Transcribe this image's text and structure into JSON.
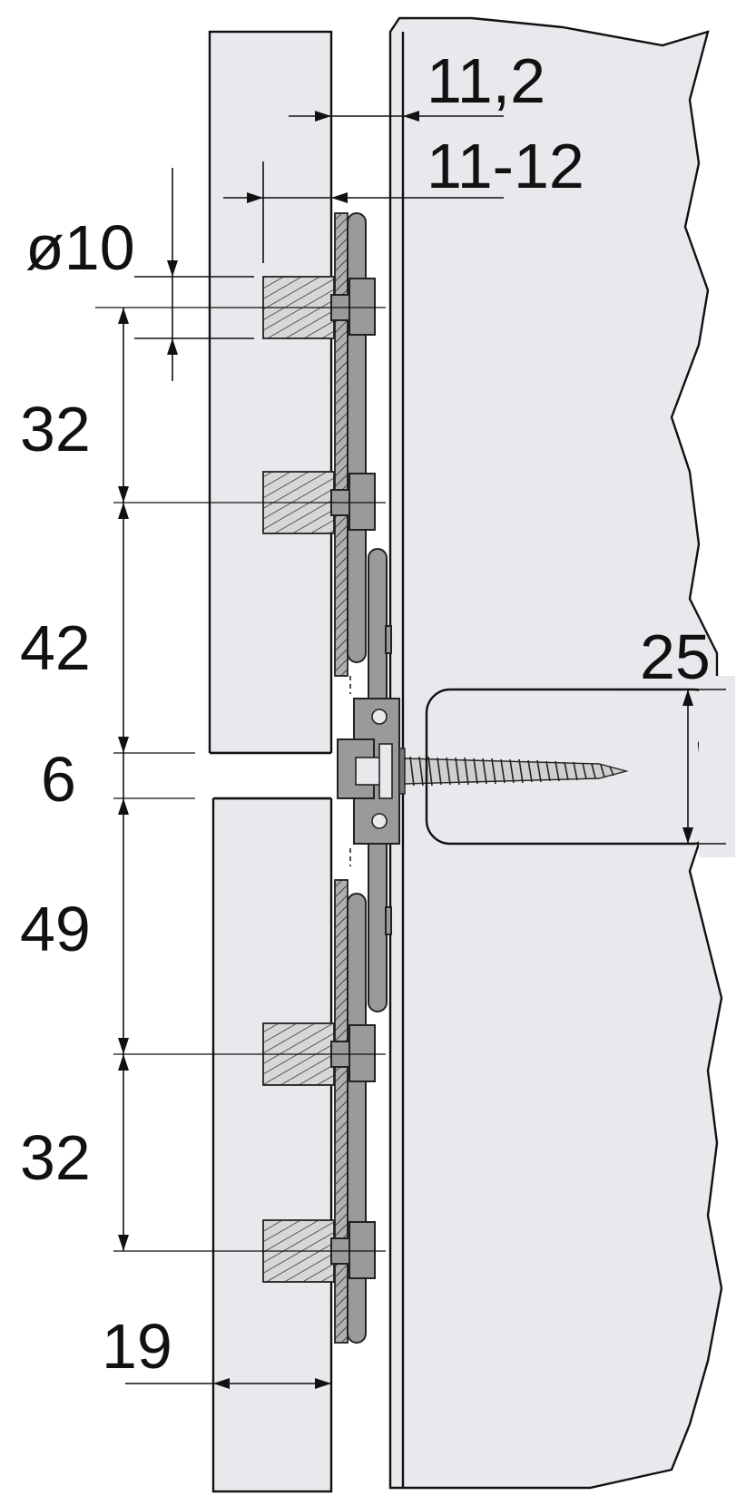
{
  "labels": {
    "dim_11_2": "11,2",
    "dim_11_12": "11-12",
    "dim_d10": "ø10",
    "dim_32_top": "32",
    "dim_42": "42",
    "dim_6": "6",
    "dim_49": "49",
    "dim_32_bottom": "32",
    "dim_19": "19",
    "dim_25": "25"
  },
  "colors": {
    "panel": "#e8e9ec",
    "wall": "#e8e9ec",
    "hardware": "#9a9a9a",
    "line": "#111111"
  }
}
